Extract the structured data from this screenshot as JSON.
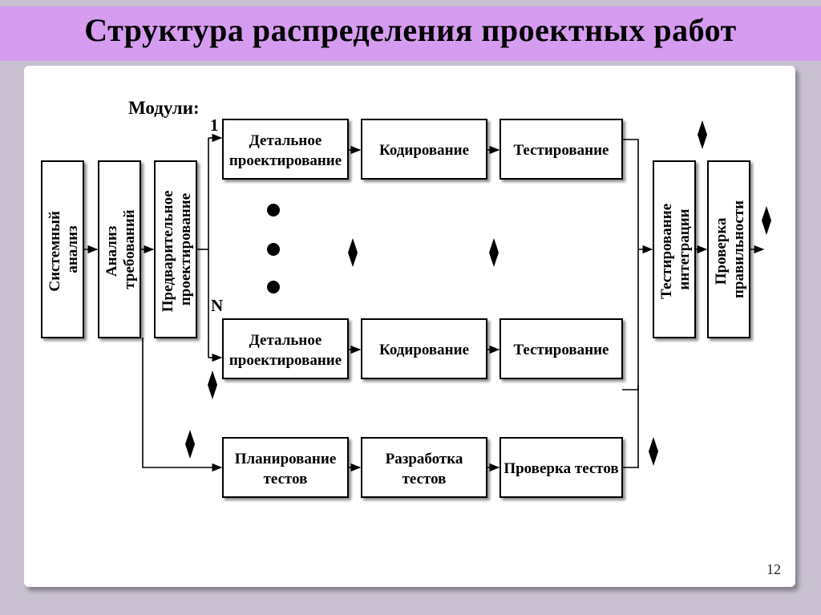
{
  "slide": {
    "title": "Структура распределения проектных работ",
    "page_number": "12"
  },
  "diagram": {
    "modules_label": "Модули:",
    "marker_first": "1",
    "marker_last": "N",
    "vertical_boxes": {
      "system_analysis": [
        "Системный",
        "анализ"
      ],
      "requirements_analysis": [
        "Анализ",
        "требований"
      ],
      "preliminary_design": [
        "Предварительное",
        "проектирование"
      ],
      "integration_testing": [
        "Тестирование",
        "интеграции"
      ],
      "correctness_check": [
        "Проверка",
        "правильности"
      ]
    },
    "module_1": {
      "detailed_design": [
        "Детальное",
        "проектирование"
      ],
      "coding": "Кодирование",
      "testing": "Тестирование"
    },
    "module_n": {
      "detailed_design": [
        "Детальное",
        "проектирование"
      ],
      "coding": "Кодирование",
      "testing": "Тестирование"
    },
    "tests_row": {
      "test_planning": [
        "Планирование",
        "тестов"
      ],
      "test_development": [
        "Разработка",
        "тестов"
      ],
      "test_verification": "Проверка тестов"
    }
  }
}
